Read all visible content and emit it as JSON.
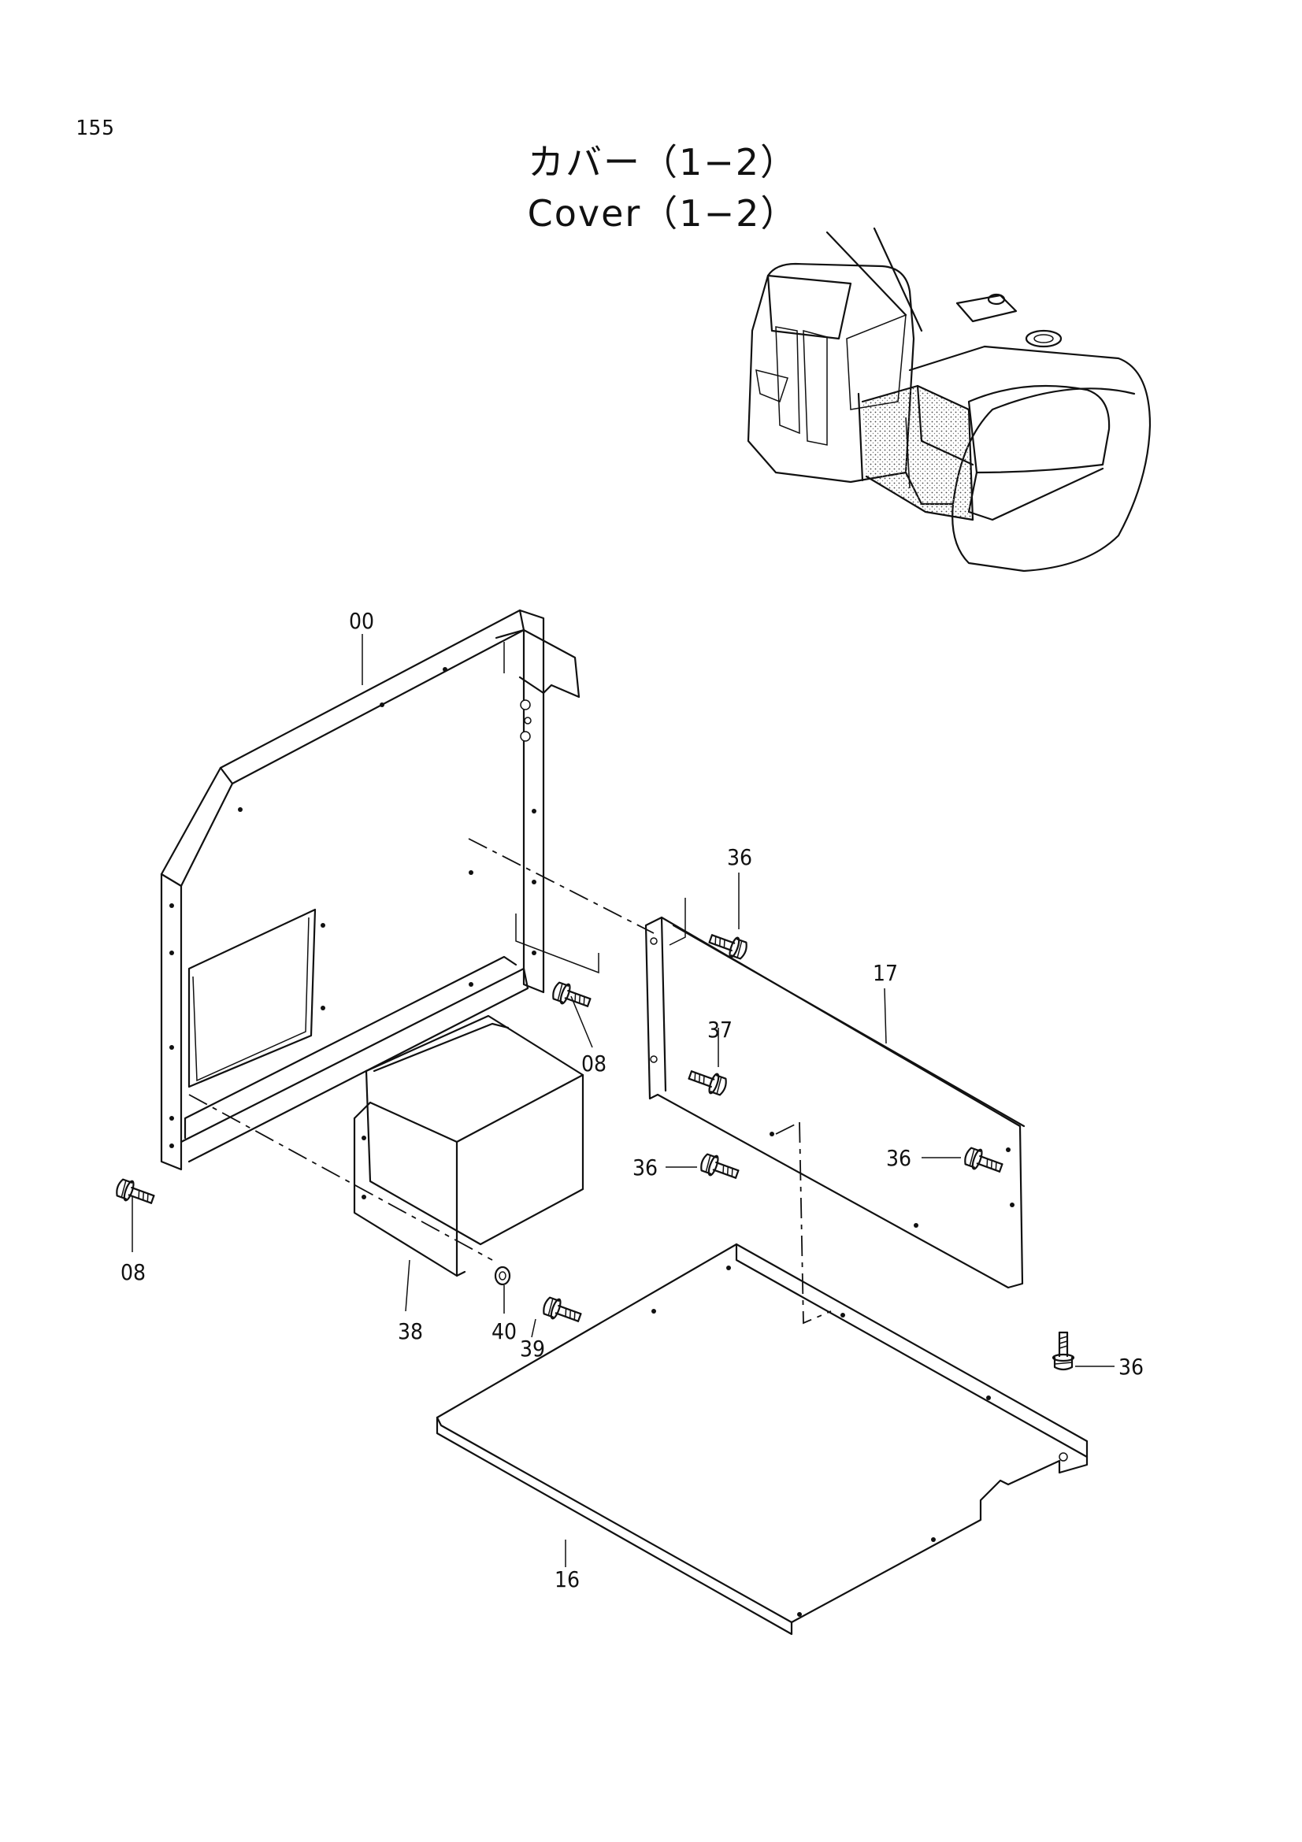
{
  "page": {
    "number": "155"
  },
  "title": {
    "jp": "カバー（1−2）",
    "en": "Cover（1−2）"
  },
  "callouts": {
    "c00": "00",
    "c08a": "08",
    "c08b": "08",
    "c17": "17",
    "c36a": "36",
    "c37": "37",
    "c36b": "36",
    "c36c": "36",
    "c36d": "36",
    "c38": "38",
    "c40": "40",
    "c39": "39",
    "c16": "16"
  }
}
